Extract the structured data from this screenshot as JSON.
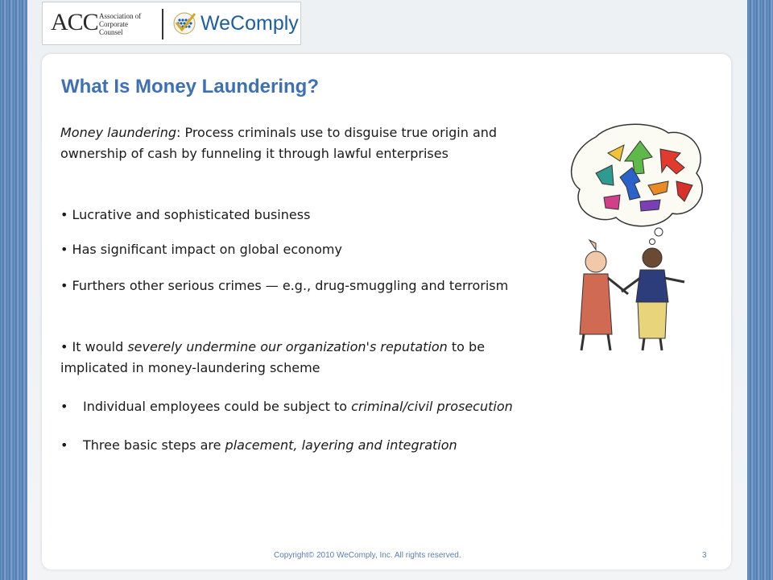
{
  "header": {
    "acc_logo_mark": "ACC",
    "acc_logo_text": "Association of Corporate Counsel",
    "wecomply_logo_text": "WeComply"
  },
  "slide": {
    "title": "What Is Money Laundering?",
    "definition_term": "Money laundering",
    "definition_text": ":  Process criminals use to disguise true origin and ownership of cash by funneling it through lawful enterprises",
    "bullets": {
      "b1": "Lucrative and sophisticated business",
      "b2": "Has significant impact on global economy",
      "b3": "Furthers other serious crimes — e.g., drug-smuggling and terrorism",
      "b4_pre": "It would ",
      "b4_em": "severely undermine our organization's reputation",
      "b4_post": " to be implicated in money-laundering scheme",
      "b5_pre": "Individual employees could be subject to ",
      "b5_em": "criminal/civil prosecution",
      "b6_pre": "Three basic steps are ",
      "b6_em": "placement, layering and integration"
    },
    "bullet_char": "•"
  },
  "footer": {
    "copyright": "Copyright© 2010 WeComply, Inc.  All rights reserved.",
    "page_number": "3"
  },
  "colors": {
    "title": "#3e70b4",
    "side_band": "#5a82b4",
    "footer_text": "#5a7fb0"
  },
  "icons": {
    "illustration": "confused-people-thought-bubble-illustration",
    "wecomply_mark": "checkmark-globe-icon"
  }
}
